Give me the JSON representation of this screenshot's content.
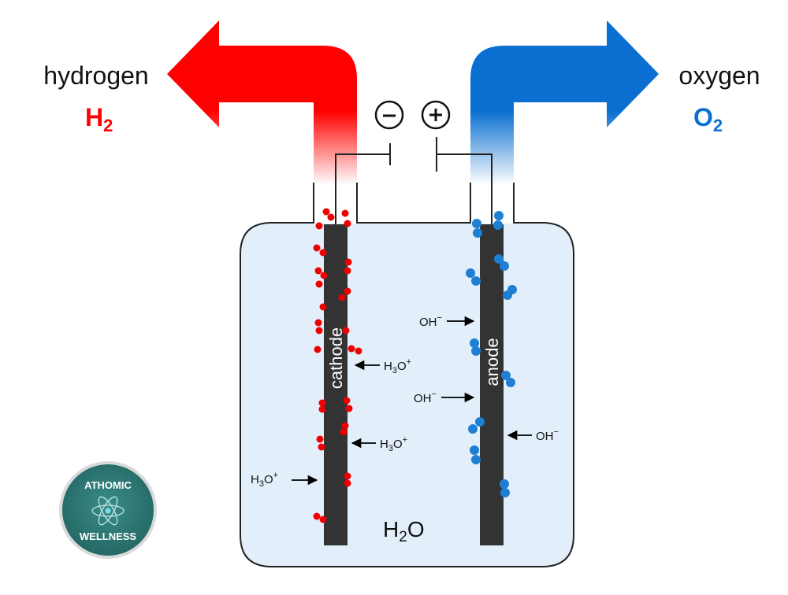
{
  "labels": {
    "hydrogen": "hydrogen",
    "h2_base": "H",
    "h2_sub": "2",
    "oxygen": "oxygen",
    "o2_base": "O",
    "o2_sub": "2",
    "minus": "−",
    "plus": "+",
    "cathode": "cathode",
    "anode": "anode",
    "water_base": "H",
    "water_sub": "2",
    "water_tail": "O"
  },
  "ions": {
    "h3o_base": "H",
    "h3o_sub": "3",
    "h3o_o": "O",
    "h3o_sup": "+",
    "oh_base": "OH",
    "oh_sup": "−"
  },
  "logo": {
    "line1": "ATHOMIC",
    "line2": "WELLNESS"
  },
  "colors": {
    "hydrogen": "#ff0000",
    "oxygen": "#0070cc",
    "water": "#e2effb",
    "electrode": "#333333",
    "logo_bg": "#2e7a77"
  }
}
